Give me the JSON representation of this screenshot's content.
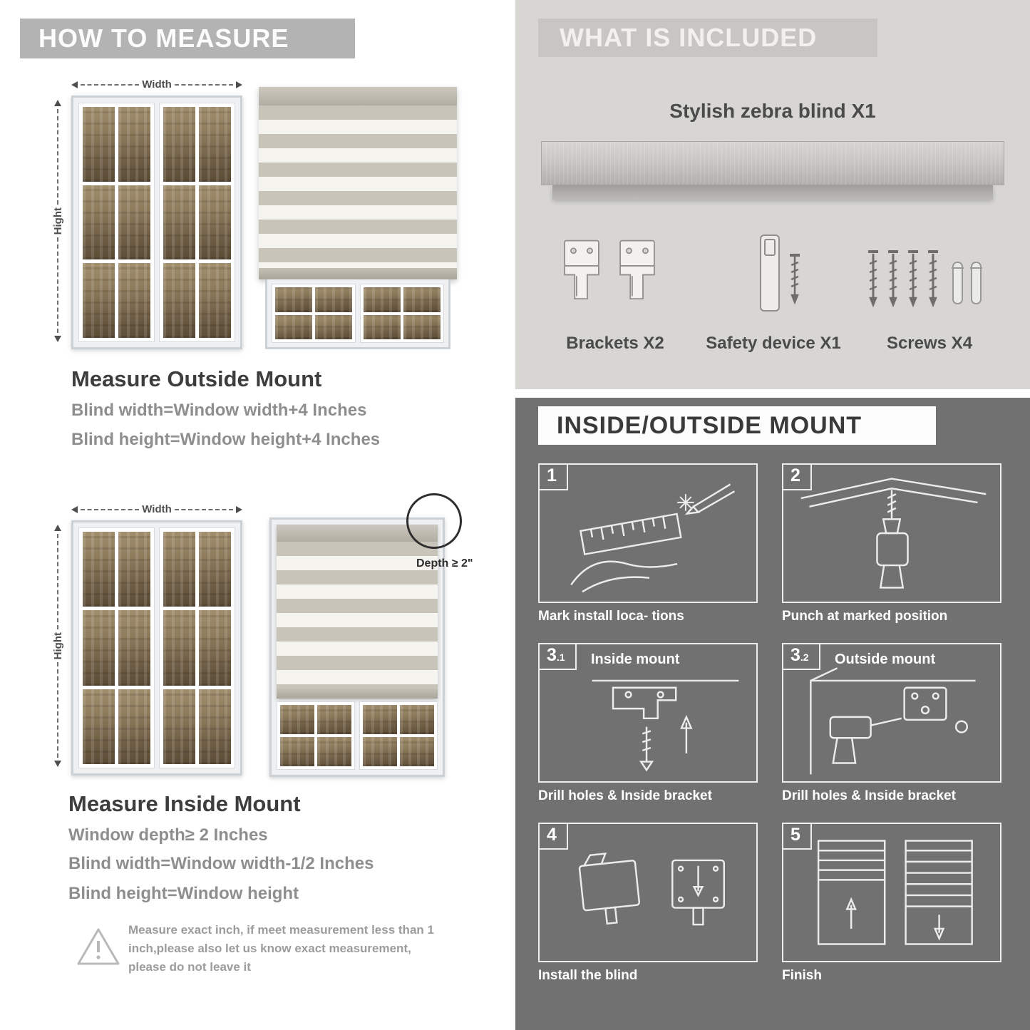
{
  "labels": {
    "width": "Width",
    "height": "Hight"
  },
  "left": {
    "header": "HOW TO MEASURE",
    "outside": {
      "title": "Measure Outside Mount",
      "line1": "Blind width=Window width+4 Inches",
      "line2": "Blind height=Window height+4 Inches"
    },
    "inside": {
      "depth": "Depth ≥ 2\"",
      "title": "Measure Inside Mount",
      "line1": "Window depth≥ 2 Inches",
      "line2": "Blind width=Window width-1/2 Inches",
      "line3": "Blind height=Window height"
    },
    "warning": {
      "icon": "warning-triangle",
      "text": "Measure exact inch, if meet measurement less than 1 inch,please also let us know exact measurement, please do not leave it"
    }
  },
  "included": {
    "header": "WHAT IS INCLUDED",
    "blind_label": "Stylish zebra blind X1",
    "items": [
      {
        "label": "Brackets X2",
        "icon": "bracket-icon"
      },
      {
        "label": "Safety device X1",
        "icon": "safety-device-icon"
      },
      {
        "label": "Screws X4",
        "icon": "screws-icon"
      }
    ]
  },
  "mount": {
    "header": "INSIDE/OUTSIDE MOUNT",
    "steps": [
      {
        "num": "1",
        "sub": "",
        "title": "",
        "caption": "Mark install loca- tions"
      },
      {
        "num": "2",
        "sub": "",
        "title": "",
        "caption": "Punch at  marked position"
      },
      {
        "num": "3",
        "sub": ".1",
        "title": "Inside mount",
        "caption": "Drill holes &  Inside bracket"
      },
      {
        "num": "3",
        "sub": ".2",
        "title": "Outside mount",
        "caption": "Drill holes &  Inside bracket"
      },
      {
        "num": "4",
        "sub": "",
        "title": "",
        "caption": "Install the blind"
      },
      {
        "num": "5",
        "sub": "",
        "title": "",
        "caption": "Finish"
      }
    ]
  },
  "colors": {
    "banner_gray": "#b3b3b3",
    "panel_light": "#d7d6d3",
    "panel_dark": "#717171",
    "heading_dark": "#3d3d3d",
    "body_text_gray": "#8e8e8e",
    "stripe_gray": "#c8c4ba",
    "stripe_white": "#f6f4ef"
  }
}
